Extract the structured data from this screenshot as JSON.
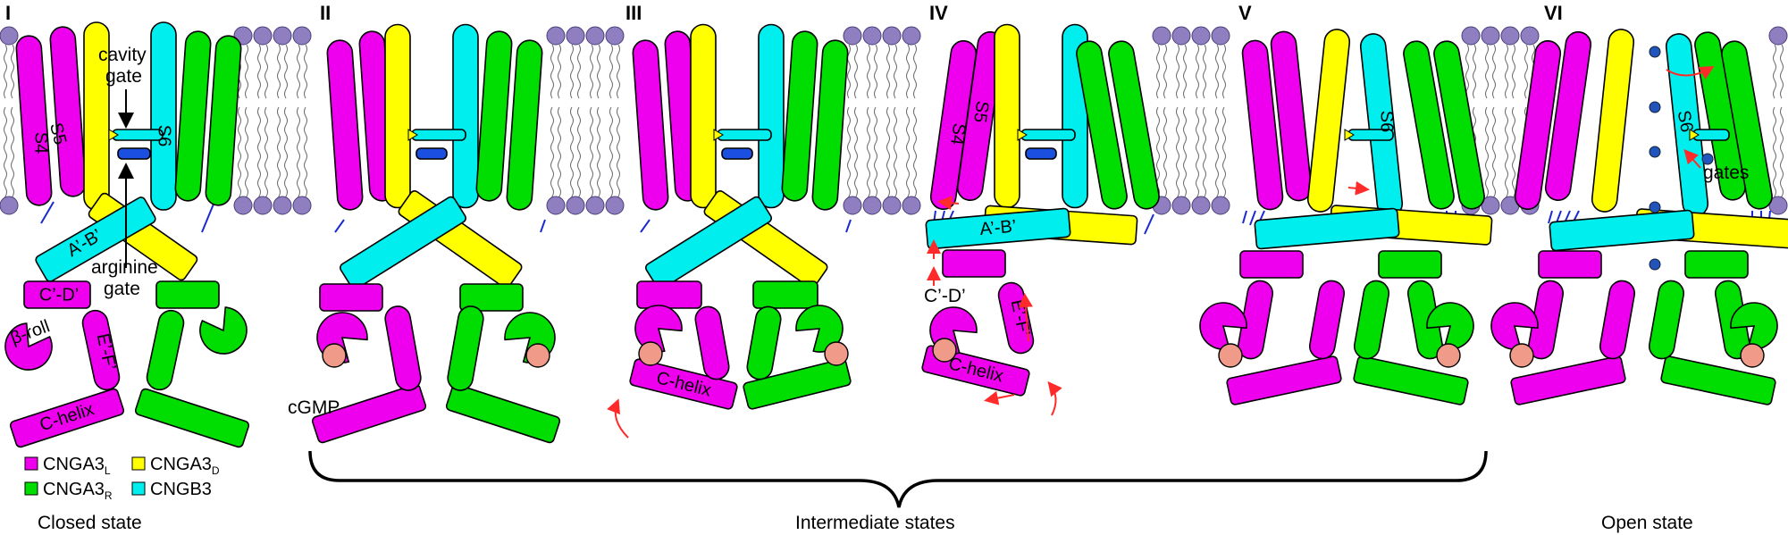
{
  "panels": [
    "I",
    "II",
    "III",
    "IV",
    "V",
    "VI"
  ],
  "segment_labels": {
    "s4": "S4",
    "s5": "S5",
    "s6": "S6",
    "ab": "A’-B’",
    "cd": "C’-D’",
    "ef": "E’-F’",
    "chelix": "C-helix",
    "broll": "β-roll"
  },
  "annotations": {
    "cavity_gate_line1": "cavity",
    "cavity_gate_line2": "gate",
    "arginine_gate_line1": "arginine",
    "arginine_gate_line2": "gate",
    "cgmp": "cGMP",
    "gates": "gates"
  },
  "legend": [
    {
      "label": "CNGA3",
      "sub": "L",
      "color": "#ee00ee"
    },
    {
      "label": "CNGA3",
      "sub": "D",
      "color": "#ffff00"
    },
    {
      "label": "CNGA3",
      "sub": "R",
      "color": "#00dd00"
    },
    {
      "label": "CNGB3",
      "sub": "",
      "color": "#00eeee"
    }
  ],
  "states": {
    "closed": "Closed state",
    "intermediate": "Intermediate states",
    "open": "Open state"
  },
  "colors": {
    "cnga3_l": "#ee00ee",
    "cnga3_d": "#ffff00",
    "cnga3_r": "#00dd00",
    "cngb3": "#00eeee",
    "lipid_head": "#8f7fc0",
    "cgmp": "#f09a8a",
    "arginine": "#1a4fe0",
    "ion": "#2255bb",
    "arrow": "#ff2a2a",
    "linker": "#1a2ad0"
  }
}
